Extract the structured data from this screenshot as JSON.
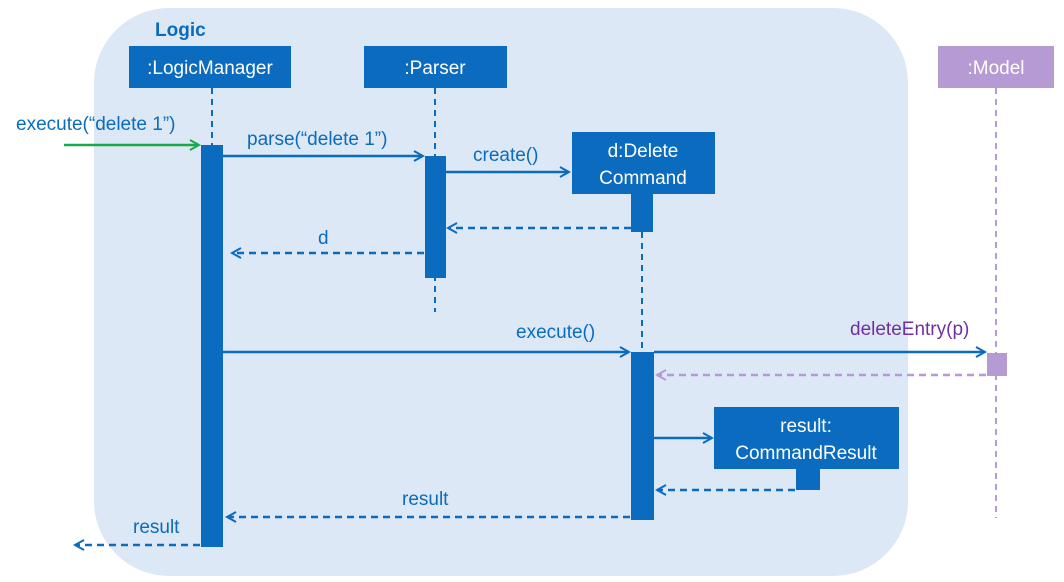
{
  "frame": {
    "title": "Logic"
  },
  "participants": {
    "logic_manager": ":LogicManager",
    "parser": ":Parser",
    "delete_command_line1": "d:Delete",
    "delete_command_line2": "Command",
    "command_result_line1": "result:",
    "command_result_line2": "CommandResult",
    "model": ":Model"
  },
  "messages": {
    "execute_in": "execute(“delete 1”)",
    "parse": "parse(“delete 1”)",
    "create": "create()",
    "return_d": "d",
    "execute": "execute()",
    "delete_entry": "deleteEntry(p)",
    "return_result": "result",
    "return_result_out": "result"
  },
  "colors": {
    "frame_fill": "#dce8f5",
    "primary": "#0a6bbf",
    "model": "#b69ad4",
    "model_text": "#7030a0",
    "found_arrow": "#1aa84a"
  }
}
